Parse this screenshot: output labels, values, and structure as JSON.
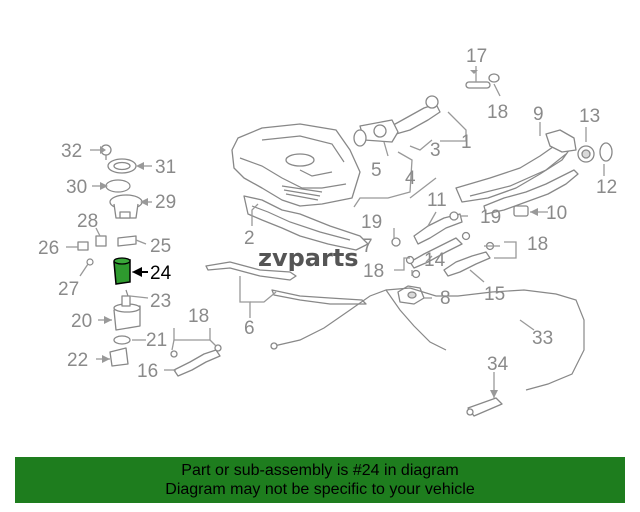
{
  "watermark": "zvparts",
  "highlight_label": "24",
  "callouts": {
    "c1": "1",
    "c2": "2",
    "c3": "3",
    "c4": "4",
    "c5": "5",
    "c6": "6",
    "c7": "7",
    "c8": "8",
    "c9": "9",
    "c10": "10",
    "c11": "11",
    "c12": "12",
    "c13": "13",
    "c14": "14",
    "c15": "15",
    "c16": "16",
    "c17": "17",
    "c18a": "18",
    "c18b": "18",
    "c18c": "18",
    "c18d": "18",
    "c19a": "19",
    "c19b": "19",
    "c20": "20",
    "c21": "21",
    "c22": "22",
    "c23": "23",
    "c25": "25",
    "c26": "26",
    "c27": "27",
    "c28": "28",
    "c29": "29",
    "c30": "30",
    "c31": "31",
    "c32": "32",
    "c33": "33",
    "c34": "34"
  },
  "footer": {
    "line1": "Part or sub-assembly is #24 in diagram",
    "line2": "Diagram may not be specific to your vehicle"
  },
  "colors": {
    "footer_bg": "#1e7d1e",
    "highlight_part": "#2e9a2e",
    "line_art": "#888888"
  }
}
